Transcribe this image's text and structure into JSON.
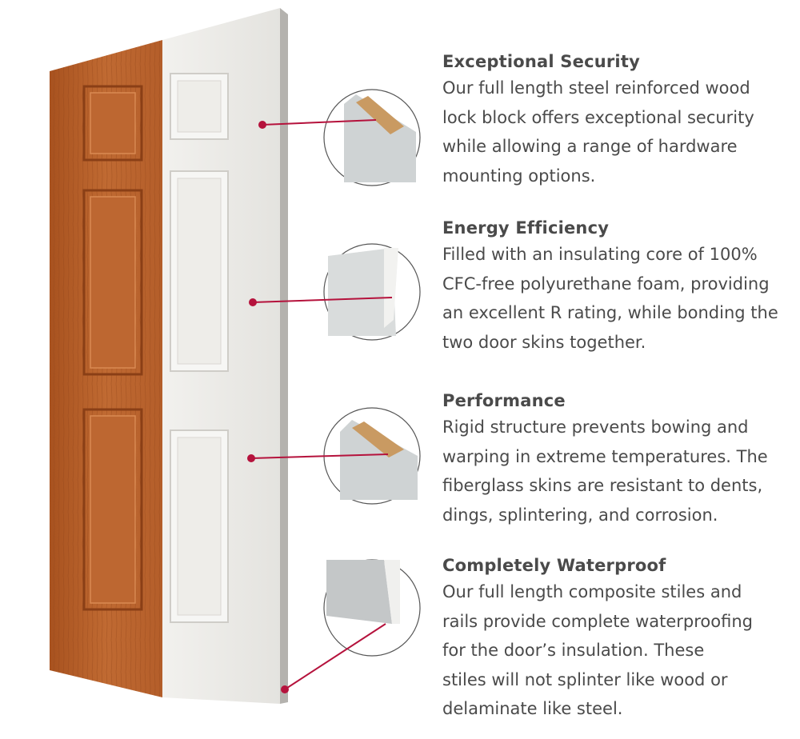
{
  "colors": {
    "accent": "#b5123c",
    "text": "#4a4a4a",
    "wood": "#b8612c",
    "white_door": "#ecebe8"
  },
  "features": [
    {
      "title": "Exceptional Security",
      "lines": [
        "Our full length steel reinforced wood",
        "lock block offers exceptional security",
        "while allowing a range of hardware",
        "mounting options."
      ]
    },
    {
      "title": "Energy Efficiency",
      "lines": [
        "Filled with an insulating core of 100%",
        "CFC-free polyurethane foam, providing",
        "an excellent R rating, while bonding the",
        "two door skins together."
      ]
    },
    {
      "title": "Performance",
      "lines": [
        "Rigid structure prevents bowing and",
        "warping in extreme temperatures. The",
        "fiberglass skins are resistant to dents,",
        "dings, splintering, and corrosion."
      ]
    },
    {
      "title": "Completely Waterproof",
      "lines": [
        "Our full length composite stiles and",
        "rails provide complete waterproofing",
        "for the door’s insulation. These",
        "stiles will not splinter like wood or",
        "delaminate like steel."
      ]
    }
  ]
}
